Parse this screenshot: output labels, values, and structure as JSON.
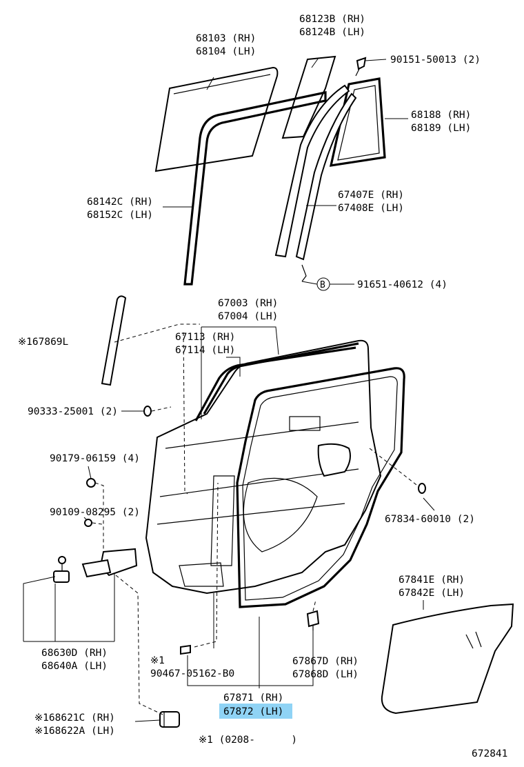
{
  "highlight_color": "#8fd3f5",
  "labels": {
    "p68103": "68103 (RH)",
    "p68104": "68104 (LH)",
    "p68123b": "68123B (RH)",
    "p68124b": "68124B (LH)",
    "p90151": "90151-50013 (2)",
    "p68188": "68188 (RH)",
    "p68189": "68189 (LH)",
    "p68142c": "68142C (RH)",
    "p68152c": "68152C (LH)",
    "p67407e": "67407E (RH)",
    "p67408e": "67408E (LH)",
    "ref_b": "B",
    "p91651": "91651-40612 (4)",
    "p67003": "67003 (RH)",
    "p67004": "67004 (LH)",
    "p167869l": "※167869L",
    "p67113": "67113 (RH)",
    "p67114": "67114 (LH)",
    "p90333": "90333-25001 (2)",
    "p90179": "90179-06159 (4)",
    "p90109": "90109-08295 (2)",
    "p67834": "67834-60010 (2)",
    "p67841e": "67841E (RH)",
    "p67842e": "67842E (LH)",
    "p68630d": "68630D (RH)",
    "p68640a": "68640A (LH)",
    "note1_mark": "※1",
    "p90467": "90467-05162-B0",
    "p67867d": "67867D (RH)",
    "p67868d": "67868D (LH)",
    "p67871": "67871 (RH)",
    "p67872": "67872 (LH)",
    "p168621c": "※168621C (RH)",
    "p168622a": "※168622A (LH)",
    "footnote": "※1 (0208-      )",
    "diagram_id": "672841"
  }
}
